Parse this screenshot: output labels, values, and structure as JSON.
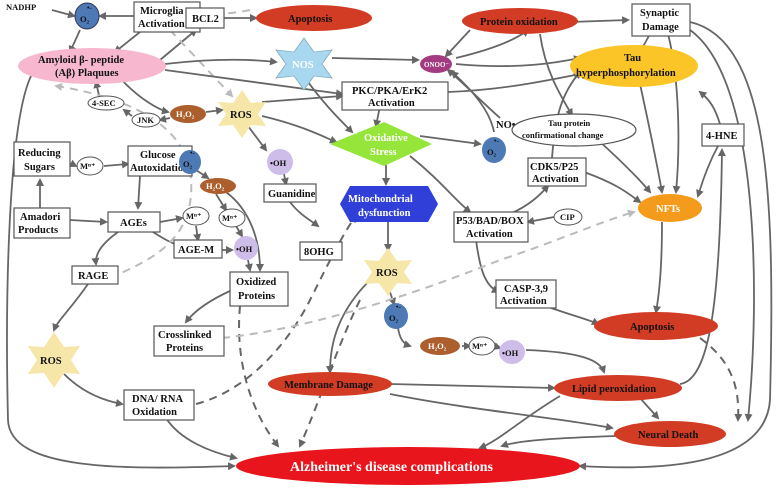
{
  "nodes": {
    "nadhp": "NADHP",
    "superoxide_sym": "O₂",
    "superoxide_sup": "•-",
    "microglia_1": "Microglia",
    "microglia_2": "Activation",
    "bcl2": "BCL2",
    "apoptosis_top": "Apoptosis",
    "protein_oxidation": "Protein oxidation",
    "synaptic_1": "Synaptic",
    "synaptic_2": "Damage",
    "amyloid_1": "Amyloid β- peptide",
    "amyloid_2": "(Aβ) Plaquues",
    "nos": "NOS",
    "onoo": "ONOO⁻",
    "tau_hyper_1": "Tau",
    "tau_hyper_2": "hyperphosphorylation",
    "sec4": "4-SEC",
    "jnk": "JNK",
    "h2o2": "H₂O₂",
    "ros": "ROS",
    "pkc_1": "PKC/PKA/ErK2",
    "pkc_2": "Activation",
    "no_rad": "NO•",
    "tau_conf_1": "Tau protein",
    "tau_conf_2": "confirmational change",
    "reducing_1": "Reducing",
    "reducing_2": "Sugars",
    "m_n": "Mⁿ⁺",
    "glucose_1": "Glucose",
    "glucose_2": "Autoxidation",
    "oh": "•OH",
    "oxidative_1": "Oxidative",
    "oxidative_2": "Stress",
    "hne": "4-HNE",
    "cdk5_1": "CDK5/P25",
    "cdk5_2": "Activation",
    "guanidine": "Guanidine",
    "amadori_1": "Amadori",
    "amadori_2": "Products",
    "ages": "AGEs",
    "mito_1": "Mitochondrial",
    "mito_2": "dysfunction",
    "nfts": "NFTs",
    "p53_1": "P53/BAD/BOX",
    "p53_2": "Activation",
    "cip": "CIP",
    "age_m": "AGE-M",
    "ohg": "8OHG",
    "rage": "RAGE",
    "oxidized_1": "Oxidized",
    "oxidized_2": "Proteins",
    "casp_1": "CASP-3,9",
    "casp_2": "Activation",
    "crosslinked_1": "Crosslinked",
    "crosslinked_2": "Proteins",
    "apoptosis_bottom": "Apoptosis",
    "membrane": "Membrane Damage",
    "lipid": "Lipid peroxidation",
    "dna_1": "DNA/ RNA",
    "dna_2": "Oxidation",
    "neural_death": "Neural Death",
    "alzheimer": "Alzheimer's disease complications"
  },
  "colors": {
    "red_ellipse": "#d23b24",
    "pink_ellipse": "#f7b8cf",
    "yellow_ellipse": "#fbc527",
    "orange_ellipse": "#f59b1c",
    "star": "#f6e6a8",
    "nos_star": "#a7d8ef",
    "superoxide_circle": "#4d79b5",
    "h2o2_ellipse": "#ad5e2d",
    "oh_circle": "#cdbde8",
    "onoo_ellipse": "#a23b80",
    "green_diamond": "#96e53a",
    "blue_hexagon": "#2f3fd8",
    "arrow": "#666666"
  }
}
